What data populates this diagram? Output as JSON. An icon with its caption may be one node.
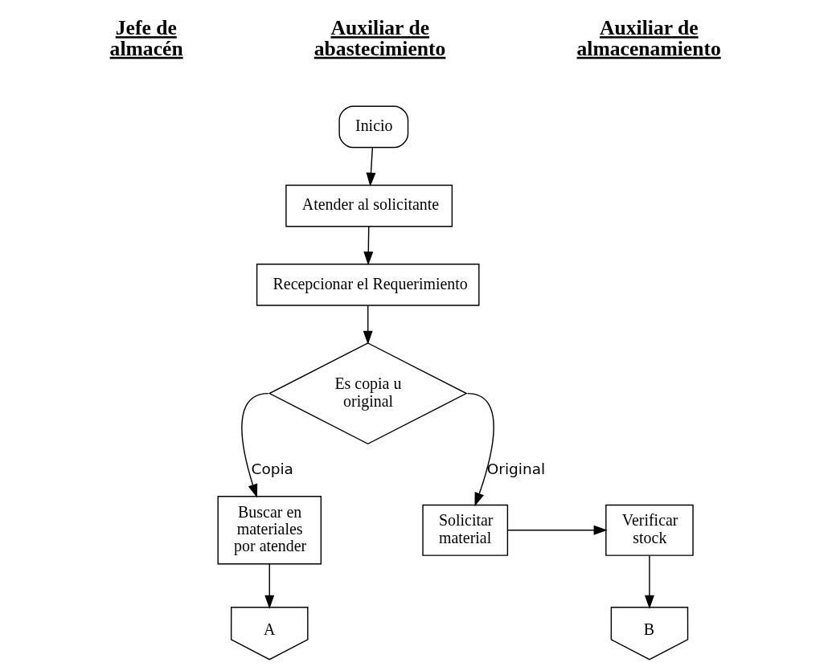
{
  "diagram": {
    "nodes": [
      {
        "text": [
          "Inicio"
        ]
      },
      {
        "text": [
          "Atender al solicitante"
        ]
      },
      {
        "text": [
          "Recepcionar el Requerimiento"
        ]
      },
      {
        "text": [
          "Es copia u original"
        ]
      },
      {
        "text": [
          "Buscar en materiales por atender"
        ]
      },
      {
        "text": [
          "Solicitar material"
        ]
      },
      {
        "text": [
          "Verificar stock"
        ]
      },
      {
        "text": [
          "A"
        ]
      },
      {
        "text": [
          "B"
        ]
      }
    ],
    "edges": [
      {
        "from": 0,
        "to": 1,
        "arrow": "to"
      },
      {
        "from": 1,
        "to": 2,
        "arrow": "to"
      },
      {
        "from": 2,
        "to": 3,
        "arrow": "to"
      },
      {
        "from": 3,
        "to": 4,
        "arrow": "to",
        "label": "Copia"
      },
      {
        "from": 3,
        "to": 5,
        "arrow": "to",
        "label": "Original"
      },
      {
        "from": 5,
        "to": 6,
        "arrow": "to"
      },
      {
        "from": 4,
        "to": 7,
        "arrow": "to"
      },
      {
        "from": 6,
        "to": 8,
        "arrow": "to"
      }
    ],
    "labels": [
      "Jefe de almacén",
      "Auxiliar de abastecimiento",
      "Auxiliar de almacenamiento"
    ]
  }
}
